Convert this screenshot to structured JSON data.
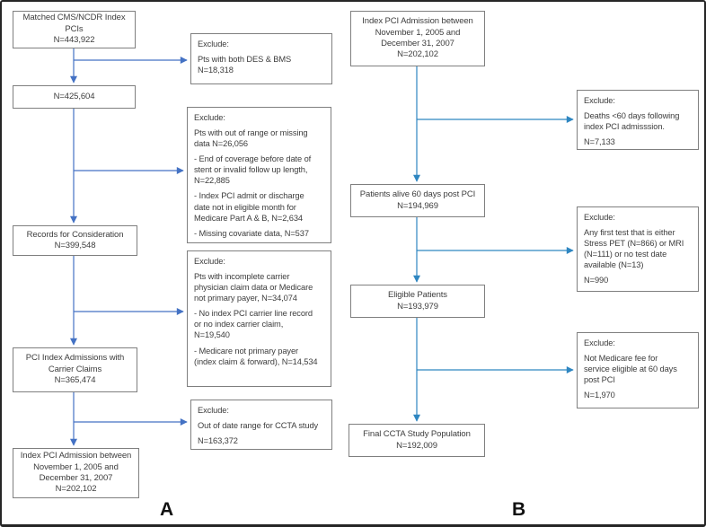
{
  "panel_labels": {
    "a": "A",
    "b": "B"
  },
  "colors": {
    "arrow_left": "#4472C4",
    "arrow_right": "#2E86C1",
    "box_border": "#7f7f7f",
    "outer_border": "#262626",
    "text": "#3d3d3d"
  },
  "flow_a": {
    "boxes": [
      {
        "text": "Matched CMS/NCDR Index\nPCIs\nN=443,922"
      },
      {
        "text": "N=425,604"
      },
      {
        "text": "Records for Consideration\nN=399,548"
      },
      {
        "text": "PCI Index Admissions with\nCarrier Claims\nN=365,474"
      },
      {
        "text": "Index PCI Admission between\nNovember 1, 2005 and\nDecember 31, 2007\nN=202,102"
      }
    ],
    "excludes": [
      {
        "label": "Exclude:",
        "paragraphs": [
          "Pts with both DES & BMS\nN=18,318"
        ]
      },
      {
        "label": "Exclude:",
        "paragraphs": [
          "Pts with out of range or missing\ndata N=26,056",
          "- End of coverage before date of\nstent or invalid follow up length,\nN=22,885",
          "- Index PCI admit or discharge\ndate not in eligible month for\nMedicare Part A & B, N=2,634",
          "- Missing covariate data, N=537"
        ]
      },
      {
        "label": "Exclude:",
        "paragraphs": [
          "Pts with incomplete carrier\nphysician claim data or Medicare\nnot primary payer, N=34,074",
          "- No index PCI carrier line record\nor no index carrier claim,\nN=19,540",
          "- Medicare not primary payer\n(index claim & forward), N=14,534"
        ]
      },
      {
        "label": "Exclude:",
        "paragraphs": [
          "Out of date range for CCTA study",
          "N=163,372"
        ]
      }
    ]
  },
  "flow_b": {
    "boxes": [
      {
        "text": "Index PCI Admission between\nNovember 1, 2005 and\nDecember 31, 2007\nN=202,102"
      },
      {
        "text": "Patients alive 60 days post PCI\nN=194,969"
      },
      {
        "text": "Eligible Patients\nN=193,979"
      },
      {
        "text": "Final CCTA Study Population\nN=192,009"
      }
    ],
    "excludes": [
      {
        "label": "Exclude:",
        "paragraphs": [
          "Deaths <60 days following\nindex PCI admisssion.",
          "N=7,133"
        ]
      },
      {
        "label": "Exclude:",
        "paragraphs": [
          "Any first test that is either\nStress PET (N=866) or MRI\n(N=111) or no test date\navailable (N=13)",
          "N=990"
        ]
      },
      {
        "label": "Exclude:",
        "paragraphs": [
          "Not Medicare fee for\nservice eligible at 60 days\npost PCI",
          "N=1,970"
        ]
      }
    ]
  }
}
